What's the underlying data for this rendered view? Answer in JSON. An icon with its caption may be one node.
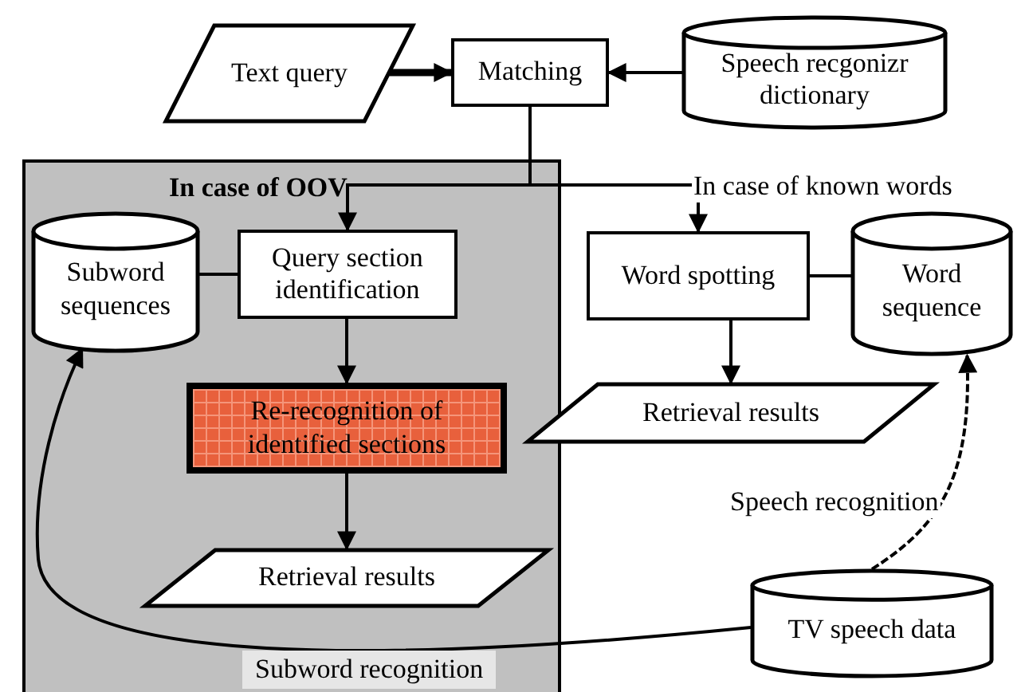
{
  "diagram": {
    "nodes": [
      {
        "text": [
          "Text query"
        ]
      },
      {
        "text": [
          "Matching"
        ]
      },
      {
        "text": [
          "Speech recgonizr dictionary"
        ]
      },
      {
        "text": [
          "In case of OOV"
        ]
      },
      {
        "text": [
          "Subword sequences"
        ],
        "in": 3
      },
      {
        "text": [
          "Query section identification"
        ],
        "in": 3
      },
      {
        "text": [
          "Re-recognition of identified sections"
        ],
        "in": 3
      },
      {
        "text": [
          "Retrieval results"
        ],
        "in": 3
      },
      {
        "text": [
          "Word spotting"
        ]
      },
      {
        "text": [
          "Word sequence"
        ]
      },
      {
        "text": [
          "Retrieval results"
        ]
      },
      {
        "text": [
          "TV speech data"
        ]
      }
    ],
    "edges": [
      {
        "from": 0,
        "to": 1,
        "arrow": "to",
        "style": "thick"
      },
      {
        "from": 2,
        "to": 1,
        "arrow": "to"
      },
      {
        "from": 1,
        "to": 5,
        "arrow": "to"
      },
      {
        "from": 1,
        "to": 8,
        "arrow": "to",
        "label": "In case of known words"
      },
      {
        "from": 5,
        "to": 4,
        "arrow": "none"
      },
      {
        "from": 8,
        "to": 9,
        "arrow": "none"
      },
      {
        "from": 5,
        "to": 6,
        "arrow": "to"
      },
      {
        "from": 8,
        "to": 10,
        "arrow": "to"
      },
      {
        "from": 6,
        "to": 7,
        "arrow": "to"
      },
      {
        "from": 11,
        "to": 4,
        "arrow": "to",
        "label": "Subword recognition"
      },
      {
        "from": 11,
        "to": 9,
        "arrow": "to",
        "style": "dashed",
        "label": "Speech recognition"
      }
    ]
  }
}
